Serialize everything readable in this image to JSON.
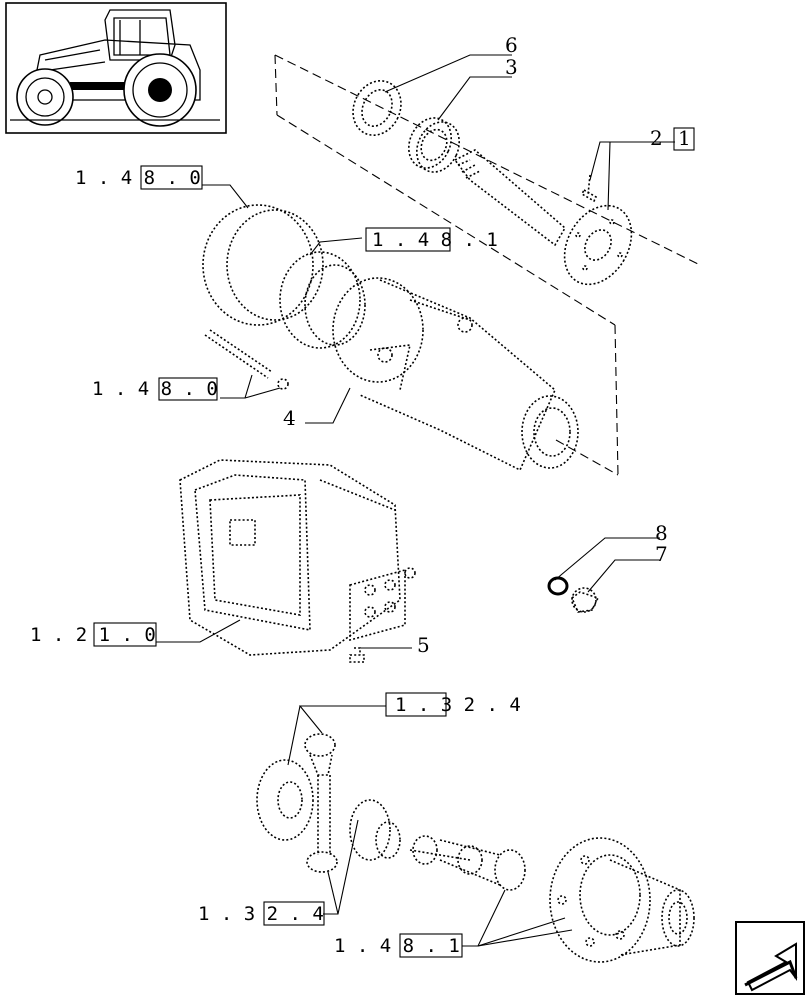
{
  "callouts": {
    "c6": "6",
    "c3": "3",
    "c2": "2",
    "c1": "1",
    "c4": "4",
    "c8": "8",
    "c7": "7",
    "c5": "5"
  },
  "refs": {
    "r148_0_top": "1 . 4 8 . 0",
    "r148_1_mid": "1 . 4 8 . 1",
    "r148_0_mid": "1 . 4 8 . 0",
    "r121_0": "1 . 2 1 . 0",
    "r132_4_top": "1 . 3 2 . 4",
    "r132_4_bot": "1 . 3 2 . 4",
    "r148_1_bot": "1 . 4 8 . 1"
  },
  "icons": {
    "thumbnail": "tractor-thumbnail",
    "nav": "arrow-icon"
  }
}
